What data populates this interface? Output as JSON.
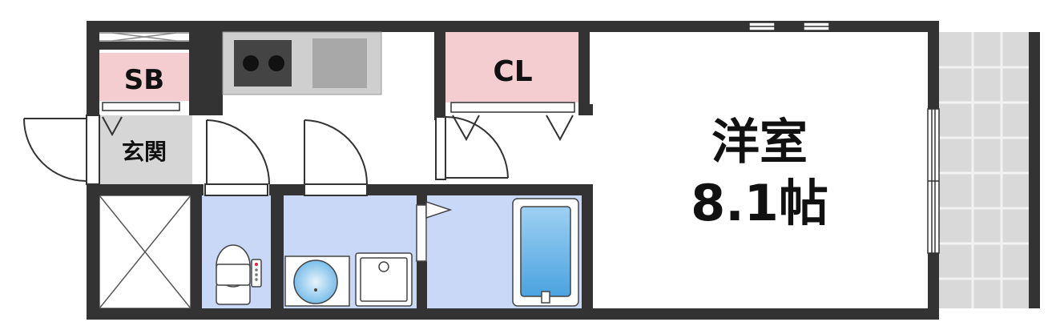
{
  "rooms": {
    "western_room": {
      "name": "洋室",
      "size": "8.1帖"
    },
    "closet": {
      "label": "CL"
    },
    "shoe_box": {
      "label": "SB"
    },
    "entrance": {
      "label": "玄関"
    }
  },
  "colors": {
    "wall": "#333333",
    "storage_fill": "#f3cdd0",
    "wet_area_fill": "#c9d8f7",
    "entrance_fill": "#d6d6d6",
    "balcony_fill": "#d9d9d9",
    "bathtub_water": "#4aa3e0"
  }
}
